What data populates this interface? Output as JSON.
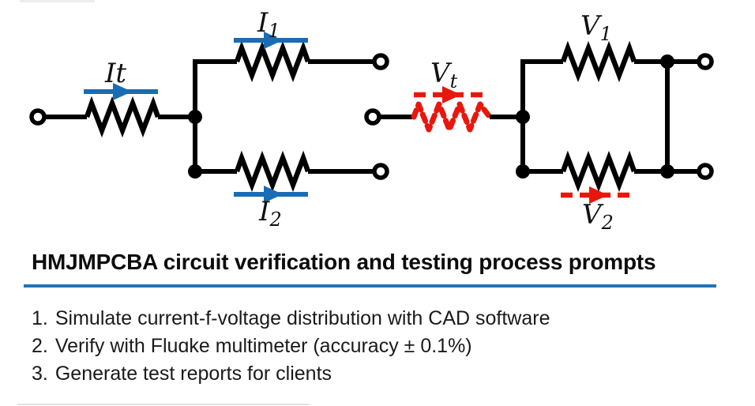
{
  "colors": {
    "wire": "#000000",
    "current_arrow_blue": "#1a6cb4",
    "voltage_arrow_red": "#e8170e",
    "divider_blue": "#1d74b8",
    "background": "#ffffff"
  },
  "diagram": {
    "left_circuit": {
      "description": "series resistor feeding two parallel resistor branches with blue current arrows",
      "labels": {
        "total": {
          "main": "It",
          "sub": ""
        },
        "branch1": {
          "main": "I",
          "sub": "1"
        },
        "branch2": {
          "main": "I",
          "sub": "2"
        }
      }
    },
    "right_circuit": {
      "description": "red dashed source resistor feeding two parallel resistor branches with red dashed voltage arrows",
      "labels": {
        "total": {
          "main": "V",
          "sub": "t"
        },
        "branch1": {
          "main": "V",
          "sub": "1"
        },
        "branch2": {
          "main": "V",
          "sub": "2"
        }
      }
    }
  },
  "heading": {
    "title": "HMJMPCBA circuit verification and testing process prompts"
  },
  "steps": [
    {
      "number": "1.",
      "text": "Simulate current-f-voltage distribution with CAD software"
    },
    {
      "number": "2.",
      "text": "Verify with Fluɑke multimeter (accuracy ± 0.1%)"
    },
    {
      "number": "3.",
      "text": "Generate test reports for clients"
    }
  ]
}
